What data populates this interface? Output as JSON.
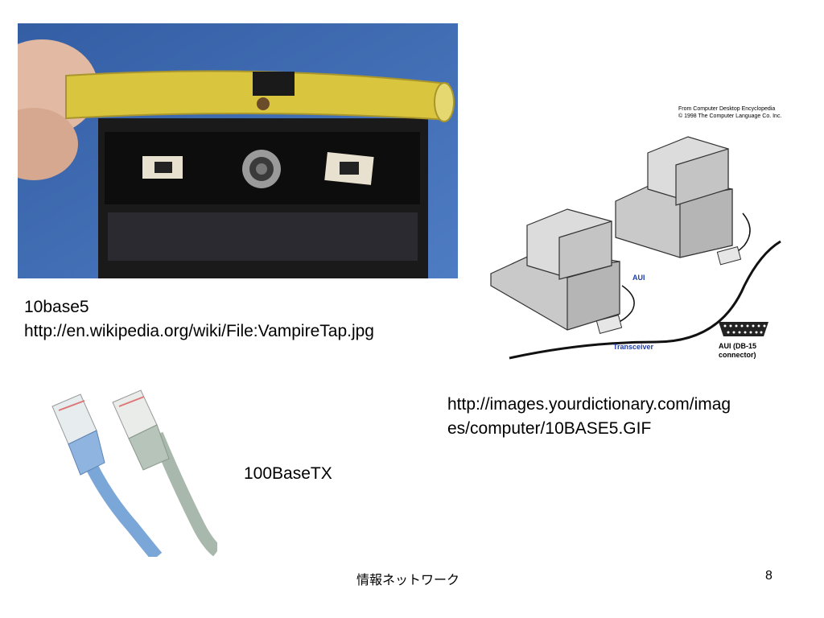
{
  "captions": {
    "tap_title": "10base5",
    "tap_url": "http://en.wikipedia.org/wiki/File:VampireTap.jpg",
    "diagram_url_line1": "http://images.yourdictionary.com/imag",
    "diagram_url_line2": "es/computer/10BASE5.GIF",
    "cable_title": "100BaseTX"
  },
  "diagram": {
    "credit_line1": "From Computer Desktop Encyclopedia",
    "credit_line2": "© 1998 The Computer Language Co. Inc.",
    "aui_label": "AUI",
    "transceiver_label": "Transceiver",
    "connector_label_line1": "AUI (DB-15",
    "connector_label_line2": "connector)"
  },
  "footer": {
    "title": "情報ネットワーク",
    "page_number": "8"
  },
  "colors": {
    "photo_background_blue": "#3f6fb8",
    "cable_yellow": "#d9c53e",
    "diagram_label_blue": "#1f3ea8",
    "cable_blue": "#7aa6d8",
    "cable_gray": "#a9b8ac"
  }
}
